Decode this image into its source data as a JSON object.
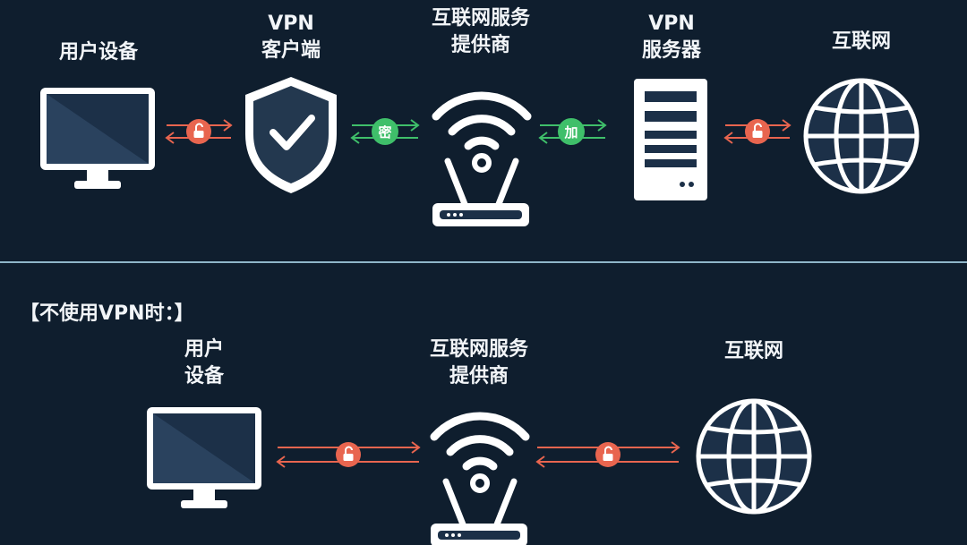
{
  "top": {
    "nodes": {
      "device": {
        "lines": [
          "用户设备"
        ]
      },
      "vpn_client": {
        "lines": [
          "VPN",
          "客户端"
        ]
      },
      "isp": {
        "lines": [
          "互联网服务",
          "提供商"
        ]
      },
      "vpn_server": {
        "lines": [
          "VPN",
          "服务器"
        ]
      },
      "internet": {
        "lines": [
          "互联网"
        ]
      }
    },
    "badges": {
      "encrypt_1": "密",
      "encrypt_2": "加"
    }
  },
  "bottom": {
    "caption": "【不使用VPN时：】",
    "nodes": {
      "device": {
        "lines": [
          "用户",
          "设备"
        ]
      },
      "isp": {
        "lines": [
          "互联网服务",
          "提供商"
        ]
      },
      "internet": {
        "lines": [
          "互联网"
        ]
      }
    }
  },
  "colors": {
    "background": "#0f1e2e",
    "unencrypted": "#e8654f",
    "encrypted": "#3fbf6a",
    "icon_fill": "#ffffff",
    "divider": "#8fb6c9"
  },
  "icons": [
    "monitor-icon",
    "shield-check-icon",
    "wifi-router-icon",
    "server-icon",
    "globe-icon",
    "unlocked-padlock-icon"
  ]
}
